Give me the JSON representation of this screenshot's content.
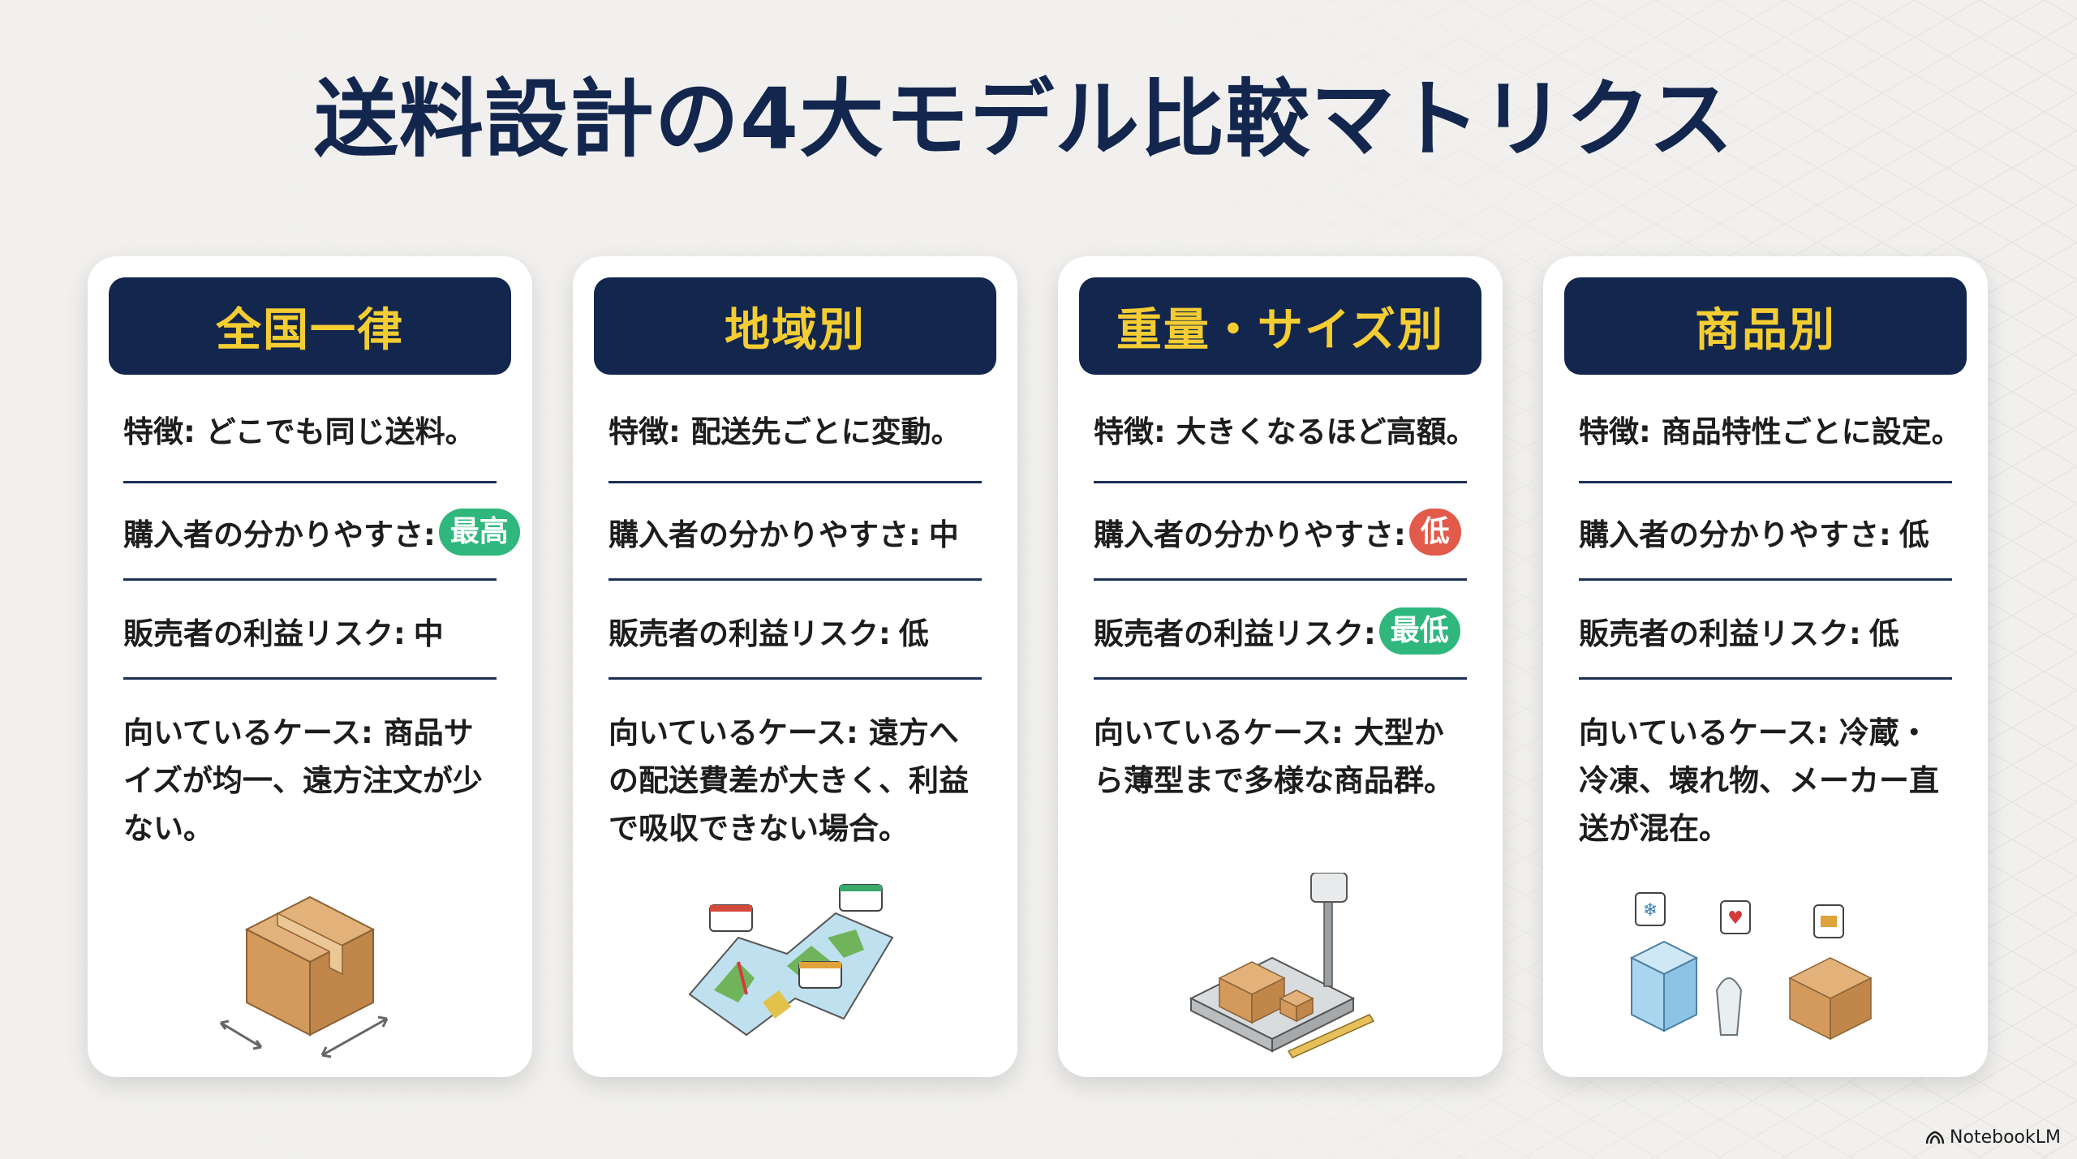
{
  "title": "送料設計の4大モデル比較マトリクス",
  "cards": [
    {
      "header": "全国一律",
      "feature": "特徴: どこでも同じ送料。",
      "clarity_label": "購入者の分かりやすさ:",
      "clarity_value": "最高",
      "risk_label": "販売者の利益リスク:",
      "risk_value": "中",
      "case": "向いているケース: 商品サイズが均一、遠方注文が少ない。",
      "icon": "cardboard-box-icon"
    },
    {
      "header": "地域別",
      "feature": "特徴: 配送先ごとに変動。",
      "clarity_label": "購入者の分かりやすさ:",
      "clarity_value": "中",
      "risk_label": "販売者の利益リスク:",
      "risk_value": "低",
      "case": "向いているケース: 遠方への配送費差が大きく、利益で吸収できない場合。",
      "icon": "map-icon"
    },
    {
      "header": "重量・サイズ別",
      "feature": "特徴: 大きくなるほど高額。",
      "clarity_label": "購入者の分かりやすさ:",
      "clarity_value": "低",
      "risk_label": "販売者の利益リスク:",
      "risk_value": "最低",
      "case": "向いているケース: 大型から薄型まで多様な商品群。",
      "icon": "scale-icon"
    },
    {
      "header": "商品別",
      "feature": "特徴: 商品特性ごとに設定。",
      "clarity_label": "購入者の分かりやすさ:",
      "clarity_value": "低",
      "risk_label": "販売者の利益リスク:",
      "risk_value": "低",
      "case": "向いているケース: 冷蔵・冷凍、壊れ物、メーカー直送が混在。",
      "icon": "product-categories-icon"
    }
  ],
  "logo": "NotebookLM",
  "colors": {
    "navy": "#13264d",
    "gold": "#f4cd33",
    "green": "#2fb77d",
    "red": "#e25a4a"
  }
}
